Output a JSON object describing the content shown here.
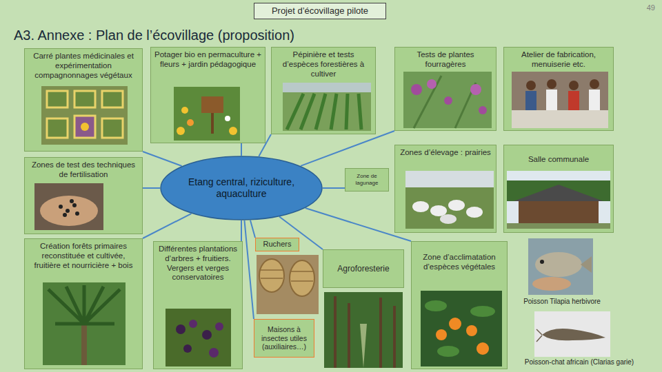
{
  "diagram": {
    "title": "A3. Annexe : Plan de l’écovillage (proposition)",
    "nodes": [
      {
        "text": [
          "Projet d’écovillage pilote"
        ]
      },
      {
        "text": [
          "Carré plantes médicinales et expérimentation compagnonnages végétaux"
        ]
      },
      {
        "text": [
          "Potager bio en permaculture + fleurs + jardin pédagogique"
        ]
      },
      {
        "text": [
          "Pépinière et tests d’espèces forestières à cultiver"
        ]
      },
      {
        "text": [
          "Tests de plantes fourragères"
        ]
      },
      {
        "text": [
          "Atelier de fabrication, menuiserie etc."
        ]
      },
      {
        "text": [
          "Zones de test des techniques de fertilisation"
        ]
      },
      {
        "text": [
          "Etang central, riziculture, aquaculture"
        ]
      },
      {
        "text": [
          "Zone de lagunage"
        ]
      },
      {
        "text": [
          "Zones d’élevage : prairies"
        ]
      },
      {
        "text": [
          "Salle communale"
        ]
      },
      {
        "text": [
          "Création forêts primaires reconstituée et cultivée, fruitière et nourricière + bois"
        ]
      },
      {
        "text": [
          "Différentes plantations d’arbres + fruitiers. Vergers et verges conservatoires"
        ]
      },
      {
        "text": [
          "Ruchers"
        ]
      },
      {
        "text": [
          "Agroforesterie"
        ]
      },
      {
        "text": [
          "Zone d’acclimatation d’espèces végétales"
        ]
      },
      {
        "text": [
          "Maisons à insectes utiles (auxiliaires…)"
        ]
      }
    ],
    "edges": [
      {
        "from": 7,
        "to": 1,
        "arrow": "none"
      },
      {
        "from": 7,
        "to": 2,
        "arrow": "none"
      },
      {
        "from": 7,
        "to": 3,
        "arrow": "none"
      },
      {
        "from": 7,
        "to": 4,
        "arrow": "none"
      },
      {
        "from": 7,
        "to": 6,
        "arrow": "none"
      },
      {
        "from": 7,
        "to": 8,
        "arrow": "none"
      },
      {
        "from": 7,
        "to": 11,
        "arrow": "none"
      },
      {
        "from": 7,
        "to": 12,
        "arrow": "none"
      },
      {
        "from": 7,
        "to": 13,
        "arrow": "none"
      },
      {
        "from": 7,
        "to": 14,
        "arrow": "none"
      },
      {
        "from": 7,
        "to": 15,
        "arrow": "none"
      },
      {
        "from": 7,
        "to": 16,
        "arrow": "none"
      }
    ],
    "labels": [
      "49",
      "Poisson Tilapia herbivore",
      "Poisson-chat africain (Clarias garie)"
    ]
  }
}
